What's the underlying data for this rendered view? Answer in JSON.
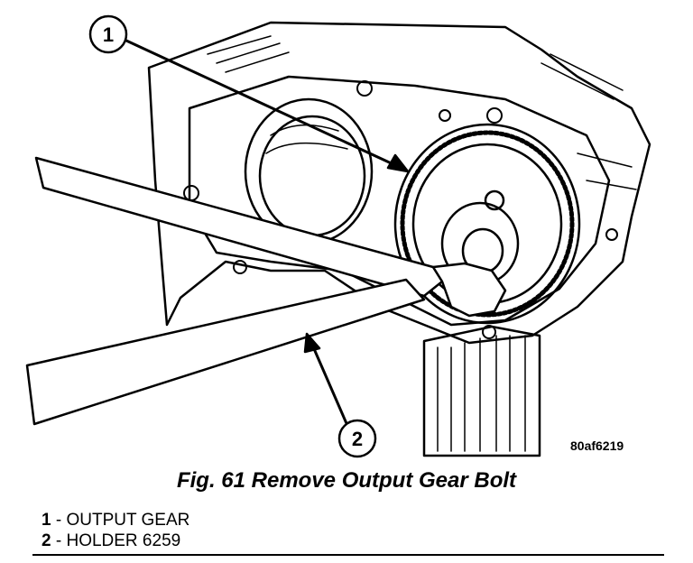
{
  "figure": {
    "id": "80af6219",
    "caption": "Fig. 61 Remove Output Gear Bolt",
    "callouts": [
      {
        "number": "1"
      },
      {
        "number": "2"
      }
    ],
    "legend": [
      {
        "number": "1",
        "separator": " - ",
        "label": "OUTPUT GEAR"
      },
      {
        "number": "2",
        "separator": " - ",
        "label": "HOLDER 6259"
      }
    ]
  }
}
